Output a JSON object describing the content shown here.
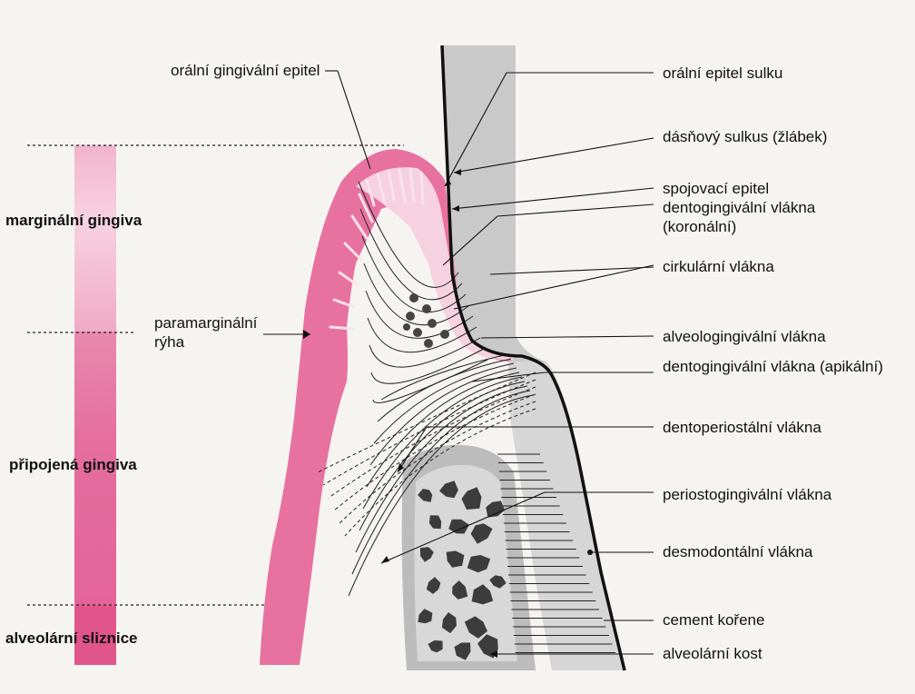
{
  "zones": [
    {
      "label": "marginální gingiva",
      "color": "#f5c6d8"
    },
    {
      "label": "připojená gingiva",
      "color": "#e56e9e"
    },
    {
      "label": "alveolární sliznice",
      "color": "#e0558a"
    }
  ],
  "left_labels": {
    "oral_gingival_epithelium": "orální gingivální epitel",
    "paramarginal_groove": "paramarginální rýha"
  },
  "right_labels": [
    {
      "id": "sulcular-epithelium",
      "text": "orální epitel sulku"
    },
    {
      "id": "gingival-sulcus",
      "text": "dásňový sulkus (žlábek)"
    },
    {
      "id": "junctional-epithelium",
      "text": "spojovací epitel"
    },
    {
      "id": "dentogingival-coronal",
      "text": "dentogingivální vlákna (koronální)"
    },
    {
      "id": "circular-fibers",
      "text": "cirkulární vlákna"
    },
    {
      "id": "alveologingival-fibers",
      "text": "alveologingivální vlákna"
    },
    {
      "id": "dentogingival-apical",
      "text": "dentogingivální vlákna (apikální)"
    },
    {
      "id": "dentoperiosteal-fibers",
      "text": "dentoperiostální vlákna"
    },
    {
      "id": "periostogingival-fibers",
      "text": "periostogingivální vlákna"
    },
    {
      "id": "periodontal-ligament",
      "text": "desmodontální vlákna"
    },
    {
      "id": "root-cementum",
      "text": "cement kořene"
    },
    {
      "id": "alveolar-bone",
      "text": "alveolární kost"
    }
  ],
  "colors": {
    "gingiva": "#e8729f",
    "gingiva_light": "#f6c9da",
    "tooth": "#cfcfcf",
    "bone": "#bdbdbd",
    "bone_trabecula": "#3c3c3c",
    "background": "#f6f4f1"
  }
}
